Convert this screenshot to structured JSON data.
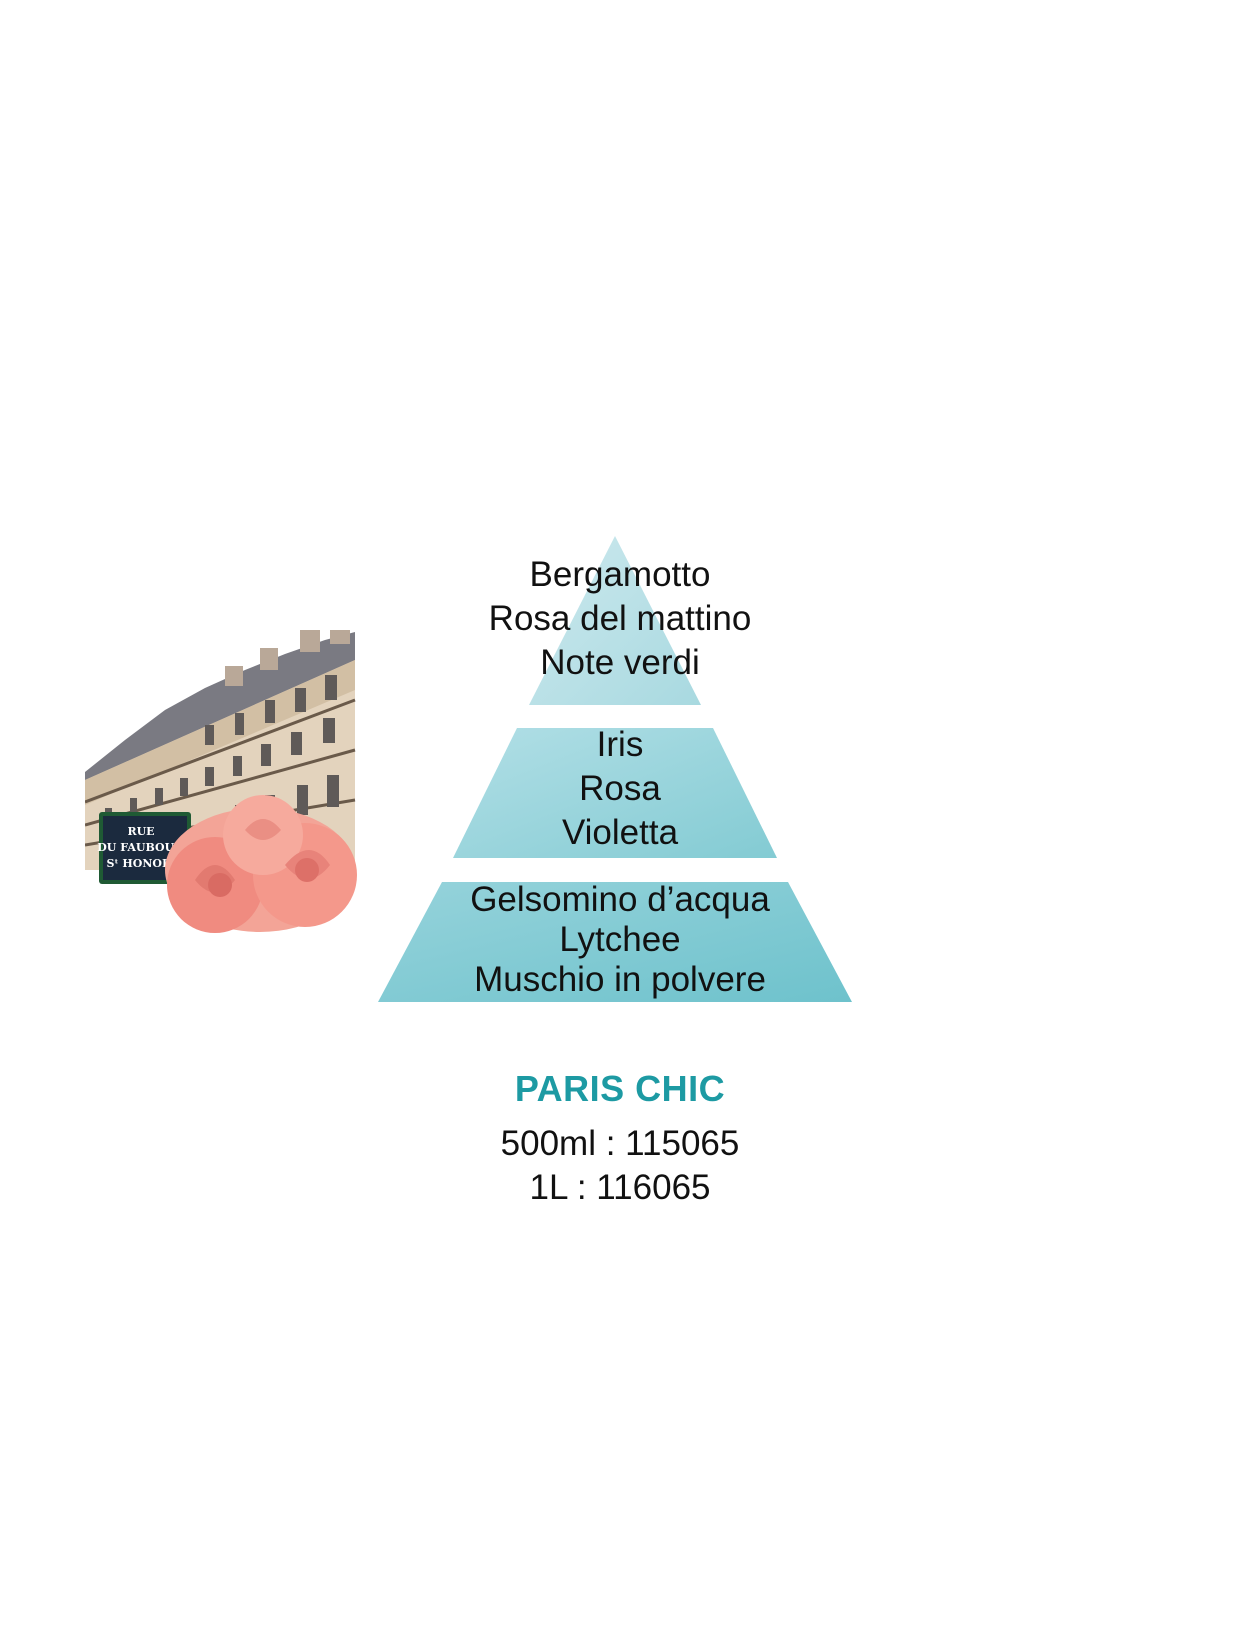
{
  "illustration": {
    "sign_line1": "RUE",
    "sign_line2": "DU FAUBOURG",
    "sign_line3": "Sᵗ HONORÉ"
  },
  "pyramid": {
    "top_notes": [
      "Bergamotto",
      "Rosa del mattino",
      "Note verdi"
    ],
    "heart_notes": [
      "Iris",
      "Rosa",
      "Violetta"
    ],
    "base_notes": [
      "Gelsomino d’acqua",
      "Lytchee",
      "Muschio in polvere"
    ]
  },
  "product": {
    "name": "PARIS CHIC",
    "code_500ml": "500ml : 115065",
    "code_1l": "1L : 116065"
  },
  "colors": {
    "tier_light": "#b9e1e7",
    "tier_mid": "#8fd0d8",
    "tier_dark": "#76c6cf",
    "accent": "#1d9aa3"
  }
}
